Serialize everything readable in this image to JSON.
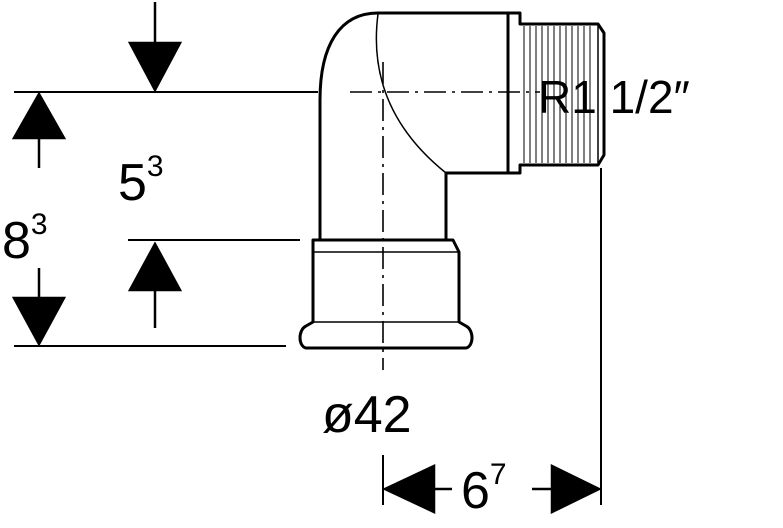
{
  "dimensions": {
    "height_upper": {
      "base": "5",
      "sup": "3"
    },
    "height_total": {
      "base": "8",
      "sup": "3"
    },
    "width": {
      "base": "6",
      "sup": "7"
    }
  },
  "labels": {
    "thread": "R1 1/2″",
    "diameter": "ø42"
  },
  "colors": {
    "line": "#000000",
    "background": "#ffffff"
  }
}
